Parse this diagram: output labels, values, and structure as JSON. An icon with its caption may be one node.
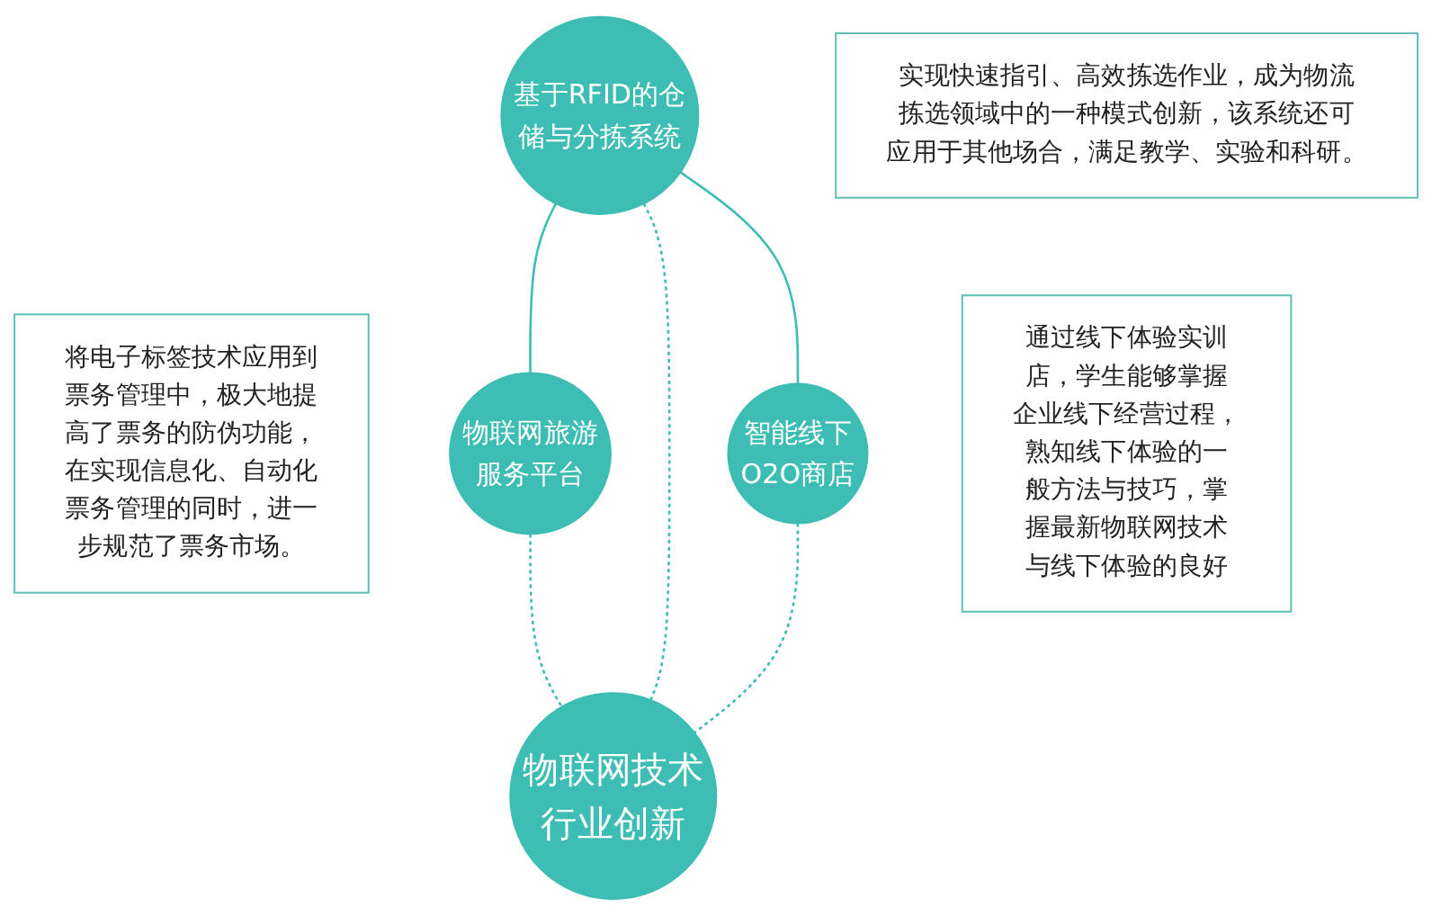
{
  "diagram": {
    "nodes": [
      {
        "text": [
          "实现快速指引、高效拣选作业，成为物流拣选领域中的一种模式创新，该系统还可应用于其他场合，满足教学、实验和科研。"
        ]
      },
      {
        "text": [
          "基于RFID的仓储与分拣系统"
        ]
      },
      {
        "text": [
          "将电子标签技术应用到票务管理中，极大地提高了票务的防伪功能，在实现信息化、自动化票务管理的同时，进一步规范了票务市场。"
        ]
      },
      {
        "text": [
          "物联网旅游服务平台"
        ]
      },
      {
        "text": [
          "智能线下O2O商店"
        ]
      },
      {
        "text": [
          "通过线下体验实训店，学生能够掌握企业线下经营过程，熟知线下体验的一般方法与技巧，掌握最新物联网技术与线下体验的良好"
        ]
      },
      {
        "text": [
          "物联网技术行业创新"
        ]
      }
    ],
    "edges": [
      {
        "from": 1,
        "to": 3,
        "arrow": "none"
      },
      {
        "from": 1,
        "to": 6,
        "arrow": "none",
        "style": "dashed"
      },
      {
        "from": 1,
        "to": 4,
        "arrow": "none"
      },
      {
        "from": 3,
        "to": 6,
        "arrow": "none",
        "style": "dashed"
      },
      {
        "from": 4,
        "to": 6,
        "arrow": "none",
        "style": "dashed"
      }
    ]
  }
}
